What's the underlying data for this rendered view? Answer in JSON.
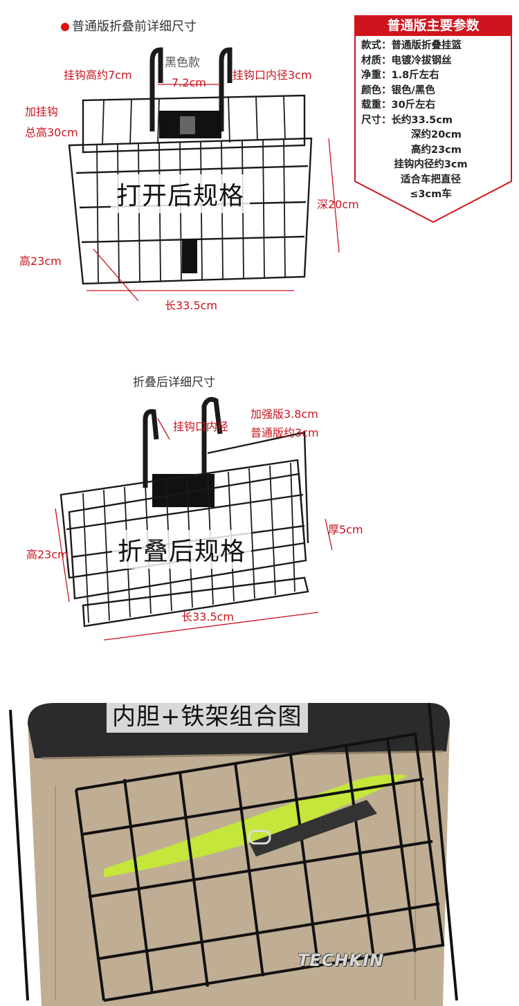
{
  "section1": {
    "title": "普通版折叠前详细尺寸",
    "color_variant": "黑色款",
    "hook_height": "挂钩高约7cm",
    "hook_gap": "7.2cm",
    "hook_inner_diameter": "挂钩口内径3cm",
    "total_height_line1": "加挂钩",
    "total_height_line2": "总高30cm",
    "depth": "深20cm",
    "height": "高23cm",
    "length": "长33.5cm",
    "overlay_label": "打开后规格"
  },
  "spec_panel": {
    "header": "普通版主要参数",
    "rows": [
      "款式：普通版折叠挂篮",
      "材质：电镀冷拔钢丝",
      "净重：1.8斤左右",
      "颜色：银色/黑色",
      "载重：30斤左右",
      "尺寸：长约33.5cm"
    ],
    "indent_rows": [
      "深约20cm",
      "高约23cm"
    ],
    "center_rows": [
      "挂钩内径约3cm",
      "适合车把直径",
      "≤3cm车"
    ],
    "colors": {
      "header_bg": "#d0141e",
      "border": "#d0141e"
    }
  },
  "section2": {
    "title": "折叠后详细尺寸",
    "hook_inner": "挂钩口内径",
    "reinforced": "加强版3.8cm",
    "standard": "普通版约3cm",
    "thickness": "厚5cm",
    "height": "高23cm",
    "length": "长33.5cm",
    "overlay_label": "折叠后规格"
  },
  "section3": {
    "overlay_label": "内胆+铁架组合图",
    "brand": "TECHKIN"
  }
}
